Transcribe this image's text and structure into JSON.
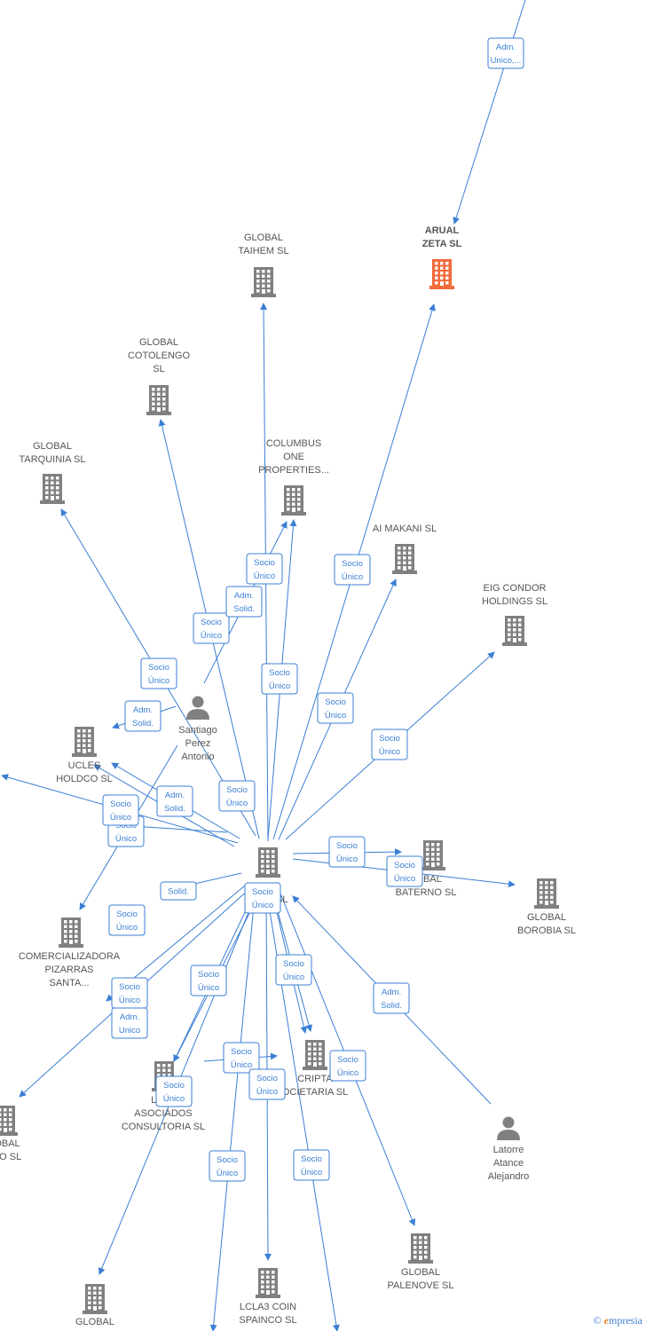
{
  "colors": {
    "edge": "#3b7fd4",
    "company": "#808080",
    "highlight": "#f26b3a",
    "person": "#808080"
  },
  "nodes": [
    {
      "id": "arual",
      "kind": "company",
      "highlight": true,
      "lines": [
        "ARUAL",
        "ZETA  SL"
      ]
    },
    {
      "id": "taihem",
      "kind": "company",
      "lines": [
        "GLOBAL",
        "TAIHEM SL"
      ]
    },
    {
      "id": "cotolengo",
      "kind": "company",
      "lines": [
        "GLOBAL",
        "COTOLENGO",
        "SL"
      ]
    },
    {
      "id": "tarquinia",
      "kind": "company",
      "lines": [
        "GLOBAL",
        "TARQUINIA  SL"
      ]
    },
    {
      "id": "columbus",
      "kind": "company",
      "lines": [
        "COLUMBUS",
        "ONE",
        "PROPERTIES..."
      ]
    },
    {
      "id": "aimakani",
      "kind": "company",
      "lines": [
        "AI MAKANI  SL"
      ]
    },
    {
      "id": "eigcondor",
      "kind": "company",
      "lines": [
        "EIG CONDOR",
        "HOLDINGS  SL"
      ]
    },
    {
      "id": "santiago",
      "kind": "person",
      "lines": [
        "Santiago",
        "Perez",
        "Antonio"
      ]
    },
    {
      "id": "ucles",
      "kind": "company",
      "lines": [
        "UCLES",
        "HOLDCO  SL"
      ]
    },
    {
      "id": "hub",
      "kind": "company",
      "lines": [
        "D",
        "G        SL"
      ]
    },
    {
      "id": "baterno",
      "kind": "company",
      "lines": [
        "LOBAL",
        "BATERNO  SL"
      ]
    },
    {
      "id": "borobia",
      "kind": "company",
      "lines": [
        "GLOBAL",
        "BOROBIA  SL"
      ]
    },
    {
      "id": "comercializadora",
      "kind": "company",
      "lines": [
        "COMERCIALIZADORA",
        "PIZARRAS",
        "SANTA..."
      ]
    },
    {
      "id": "cripta",
      "kind": "company",
      "lines": [
        "CRIPTA",
        "OCIETARIA  SL"
      ]
    },
    {
      "id": "latorre_asoc",
      "kind": "company",
      "lines": [
        "LATO",
        "ASOCIADOS",
        "CONSULTORIA SL"
      ]
    },
    {
      "id": "latorre_alej",
      "kind": "person",
      "lines": [
        "Latorre",
        "Atance",
        "Alejandro"
      ]
    },
    {
      "id": "obal_so",
      "kind": "company",
      "lines": [
        "OBAL",
        "SO  SL"
      ]
    },
    {
      "id": "palenove",
      "kind": "company",
      "lines": [
        "GLOBAL",
        "PALENOVE  SL"
      ]
    },
    {
      "id": "lcla3",
      "kind": "company",
      "lines": [
        "LCLA3 COIN",
        "SPAINCO  SL"
      ]
    },
    {
      "id": "global_bottom",
      "kind": "company",
      "lines": [
        "GLOBAL"
      ]
    }
  ],
  "edges": [
    {
      "lines": [
        "Adm.",
        "Unico,..."
      ]
    },
    {
      "lines": [
        "Socio",
        "Único"
      ]
    },
    {
      "lines": [
        "Socio",
        "Único"
      ]
    },
    {
      "lines": [
        "Adm.",
        "Solid."
      ]
    },
    {
      "lines": [
        "Socio",
        "Único"
      ]
    },
    {
      "lines": [
        "Socio",
        "Único"
      ]
    },
    {
      "lines": [
        "Socio",
        "Único"
      ]
    },
    {
      "lines": [
        "Socio",
        "Único"
      ]
    },
    {
      "lines": [
        "Socio",
        "Único"
      ]
    },
    {
      "lines": [
        "Adm.",
        "Solid."
      ]
    },
    {
      "lines": [
        "Socio",
        "Único"
      ]
    },
    {
      "lines": [
        "Adm.",
        "Solid."
      ]
    },
    {
      "lines": [
        "Socio",
        "Único"
      ]
    },
    {
      "lines": [
        "Socio",
        "Único"
      ]
    },
    {
      "lines": [
        "Solid."
      ]
    },
    {
      "lines": [
        "Socio",
        "Único"
      ]
    },
    {
      "lines": [
        "Socio",
        "Único"
      ]
    },
    {
      "lines": [
        "Socio",
        "Único"
      ]
    },
    {
      "lines": [
        "Socio",
        "Único"
      ]
    },
    {
      "lines": [
        "Adm.",
        "Unico"
      ]
    },
    {
      "lines": [
        "Socio",
        "Único"
      ]
    },
    {
      "lines": [
        "Adm.",
        "Solid."
      ]
    },
    {
      "lines": [
        "Socio",
        "Único"
      ]
    },
    {
      "lines": [
        "Socio",
        "Único"
      ]
    },
    {
      "lines": [
        "Socio",
        "Único"
      ]
    },
    {
      "lines": [
        "Socio",
        "Único"
      ]
    },
    {
      "lines": [
        "Socio",
        "Único"
      ]
    },
    {
      "lines": [
        "Socio",
        "Único"
      ]
    },
    {
      "lines": [
        "Socio",
        "Único"
      ]
    },
    {
      "lines": [
        "Socio",
        "Único"
      ]
    },
    {
      "lines": [
        "Socio",
        "Único"
      ]
    }
  ],
  "watermark": {
    "symbol": "©",
    "brand_initial": "e",
    "brand_rest": "mpresia"
  }
}
